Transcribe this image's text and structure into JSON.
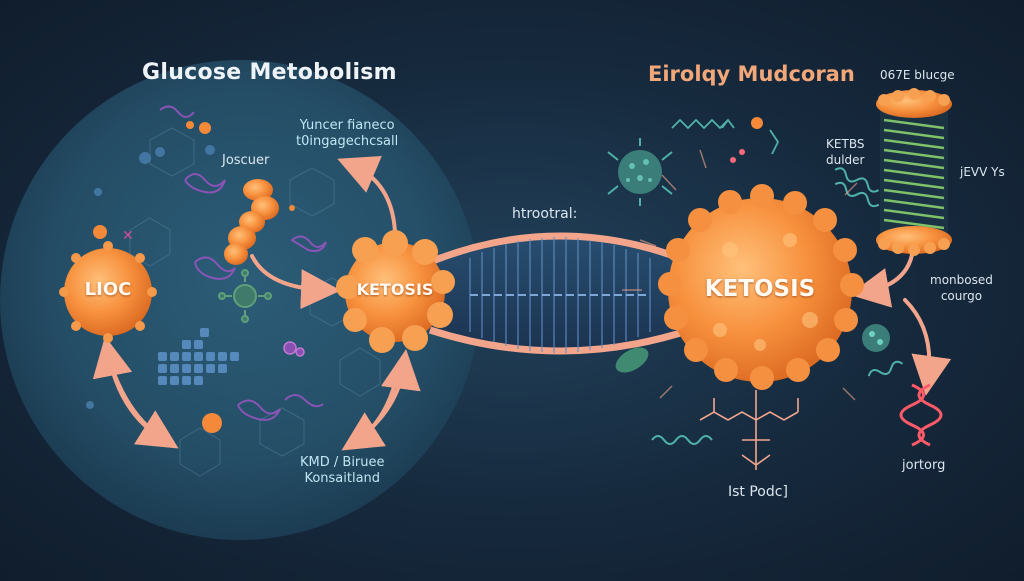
{
  "titles": {
    "left": "Glucose Metobolism",
    "right": "Eirolqy Mudcoran"
  },
  "nodes": {
    "lioc": "LIOC",
    "ketosis_left": "KETOSIS",
    "ketosis_right": "KETOSIS"
  },
  "labels": {
    "yuncer_line1": "Yuncer fianeco",
    "yuncer_line2": "t0ingagechcsall",
    "joscuer": "Joscuer",
    "kmd_line1": "KMD / Biruee",
    "kmd_line2": "Konsaitland",
    "htrootral": "htrootral:",
    "ist_podc": "Ist Podc]",
    "blucge": "067E bIucge",
    "ketbs_line1": "KETBS",
    "ketbs_line2": "dulder",
    "jevv": "jEVV Ys",
    "monbosed_line1": "monbosed",
    "monbosed_line2": "courgo",
    "jortorg": "jortorg"
  },
  "colors": {
    "background": "#16293d",
    "panel_circle": "#2b5a74",
    "orange": "#f5893a",
    "orange_light": "#ffb066",
    "arrow": "#f3a58c",
    "green_coil": "#7fc16a",
    "cyan_molecule": "#4fb1a8",
    "purple_molecule": "#8a4fb3",
    "red_helix": "#ff5a68"
  },
  "icons": [
    "molecule-icon",
    "helix-icon",
    "crystal-lattice-icon",
    "cylinder-coil-icon"
  ]
}
